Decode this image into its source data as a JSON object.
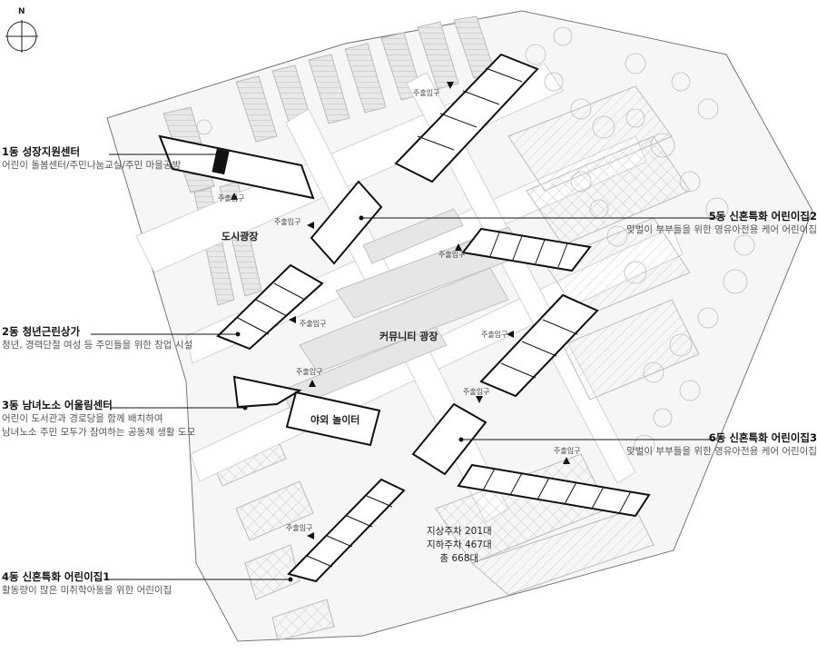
{
  "compass": {
    "label": "N"
  },
  "buildings": [
    {
      "title": "1동 성장지원센터",
      "desc": [
        "어린이 돌봄센터/주민나눔교실/주민 마을공방"
      ]
    },
    {
      "title": "2동 청년근린상가",
      "desc": [
        "청년, 경력단절 여성 등 주민들을 위한 창업 시설"
      ]
    },
    {
      "title": "3동 남녀노소 어울림센터",
      "desc": [
        "어린이 도서관과 경로당을 함께 배치하여",
        "남녀노소 주민 모두가 참여하는 공동체 생활 도모"
      ]
    },
    {
      "title": "4동 신혼특화 어린이집1",
      "desc": [
        "활동량이 많은 미취학아동을 위한 어린이집"
      ]
    },
    {
      "title": "5동 신혼특화 어린이집2",
      "desc": [
        "맞벌이 부부들을 위한 영유아전용 케어 어린이집"
      ]
    },
    {
      "title": "6동 신혼특화 어린이집3",
      "desc": [
        "맞벌이 부부들을 위한 영유아전용 케어 어린이집"
      ]
    }
  ],
  "plazas": {
    "city": "도시광장",
    "community": "커뮤니티 광장",
    "playground": "야외 놀이터"
  },
  "entrance_label": "주출입구",
  "parking": {
    "ground": "지상주차 201대",
    "underground": "지하주차 467대",
    "total": "총 668대"
  },
  "colors": {
    "road": "#ffffff",
    "block": "#f2f2f2",
    "building": "#111111",
    "tree": "#bdbdbd"
  }
}
